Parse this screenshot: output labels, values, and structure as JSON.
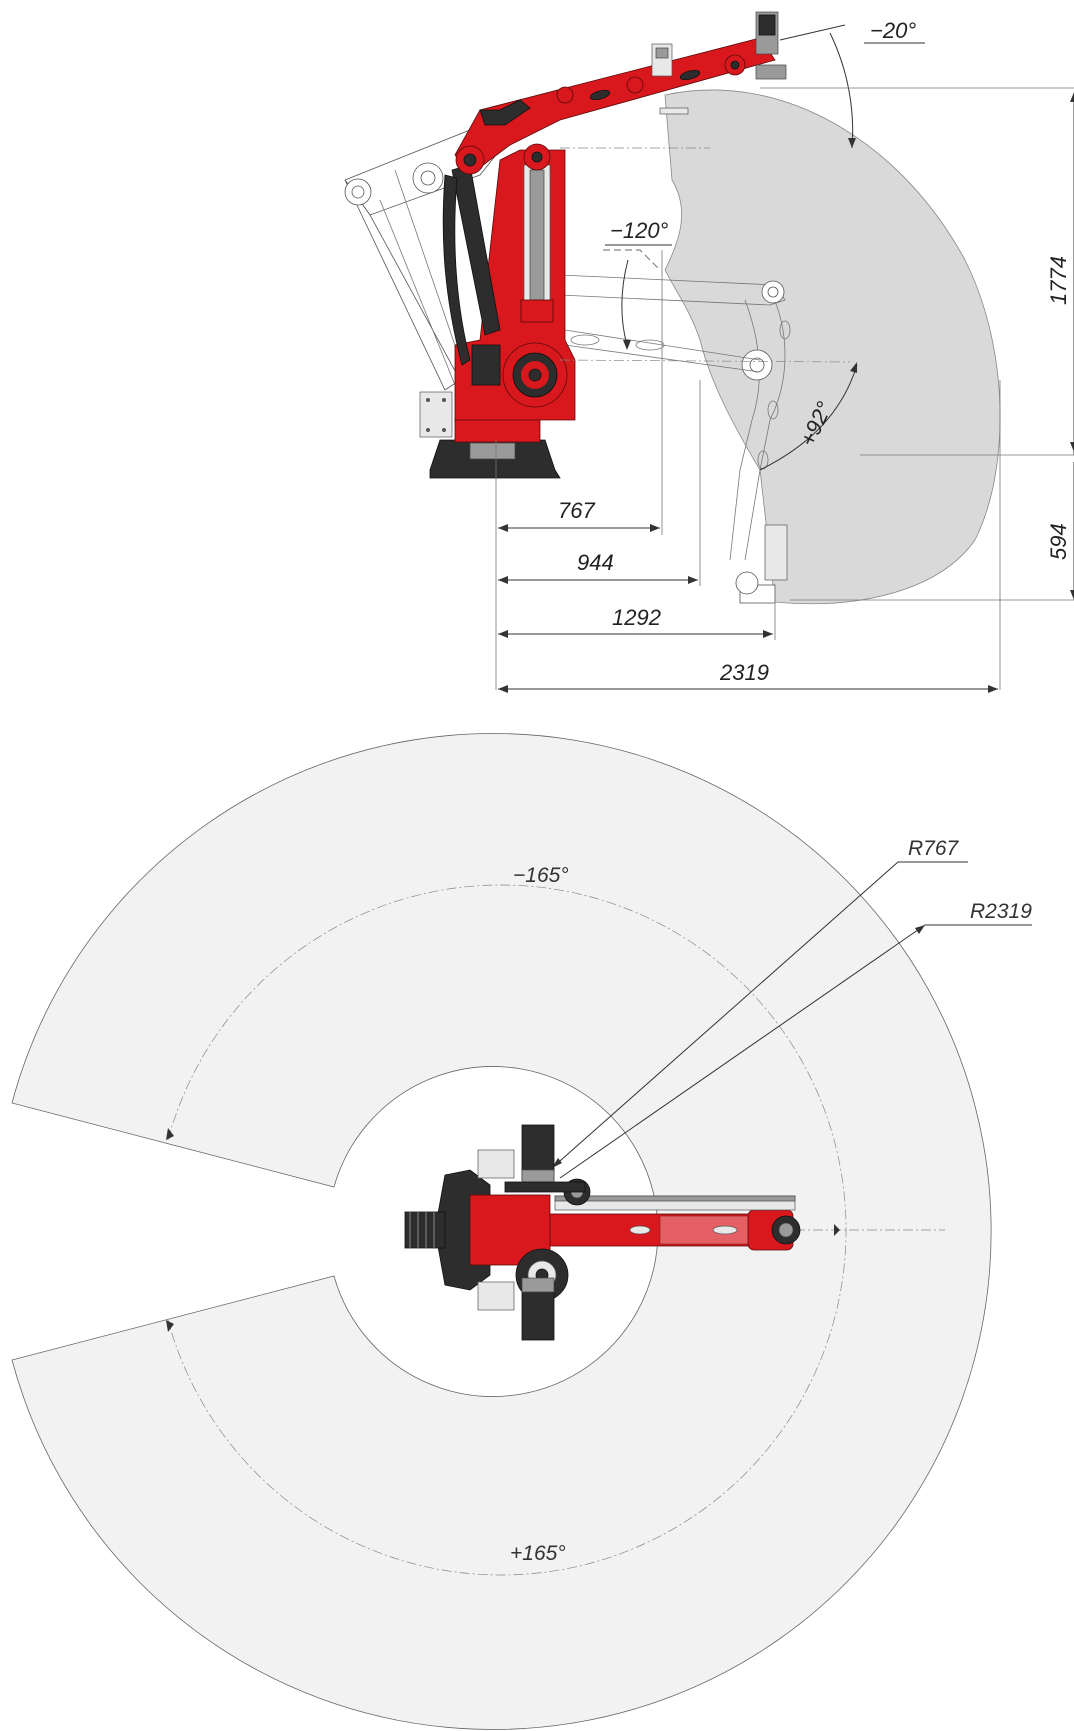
{
  "side_view": {
    "angles": {
      "upper": "−20°",
      "lower": "−120°",
      "wrist": "+92°"
    },
    "vertical_dimensions": {
      "height_upper": "1774",
      "height_lower": "594"
    },
    "horizontal_dimensions": {
      "d1": "767",
      "d2": "944",
      "d3": "1292",
      "d4": "2319"
    }
  },
  "top_view": {
    "angles": {
      "negative": "−165°",
      "positive": "+165°"
    },
    "radii": {
      "inner": "R767",
      "outer": "R2319"
    }
  },
  "colors": {
    "robot_red": "#d8181c",
    "envelope_grey": "#d9d9d9",
    "envelope_light": "#f2f2f2",
    "motor_dark": "#2d2d2d"
  }
}
